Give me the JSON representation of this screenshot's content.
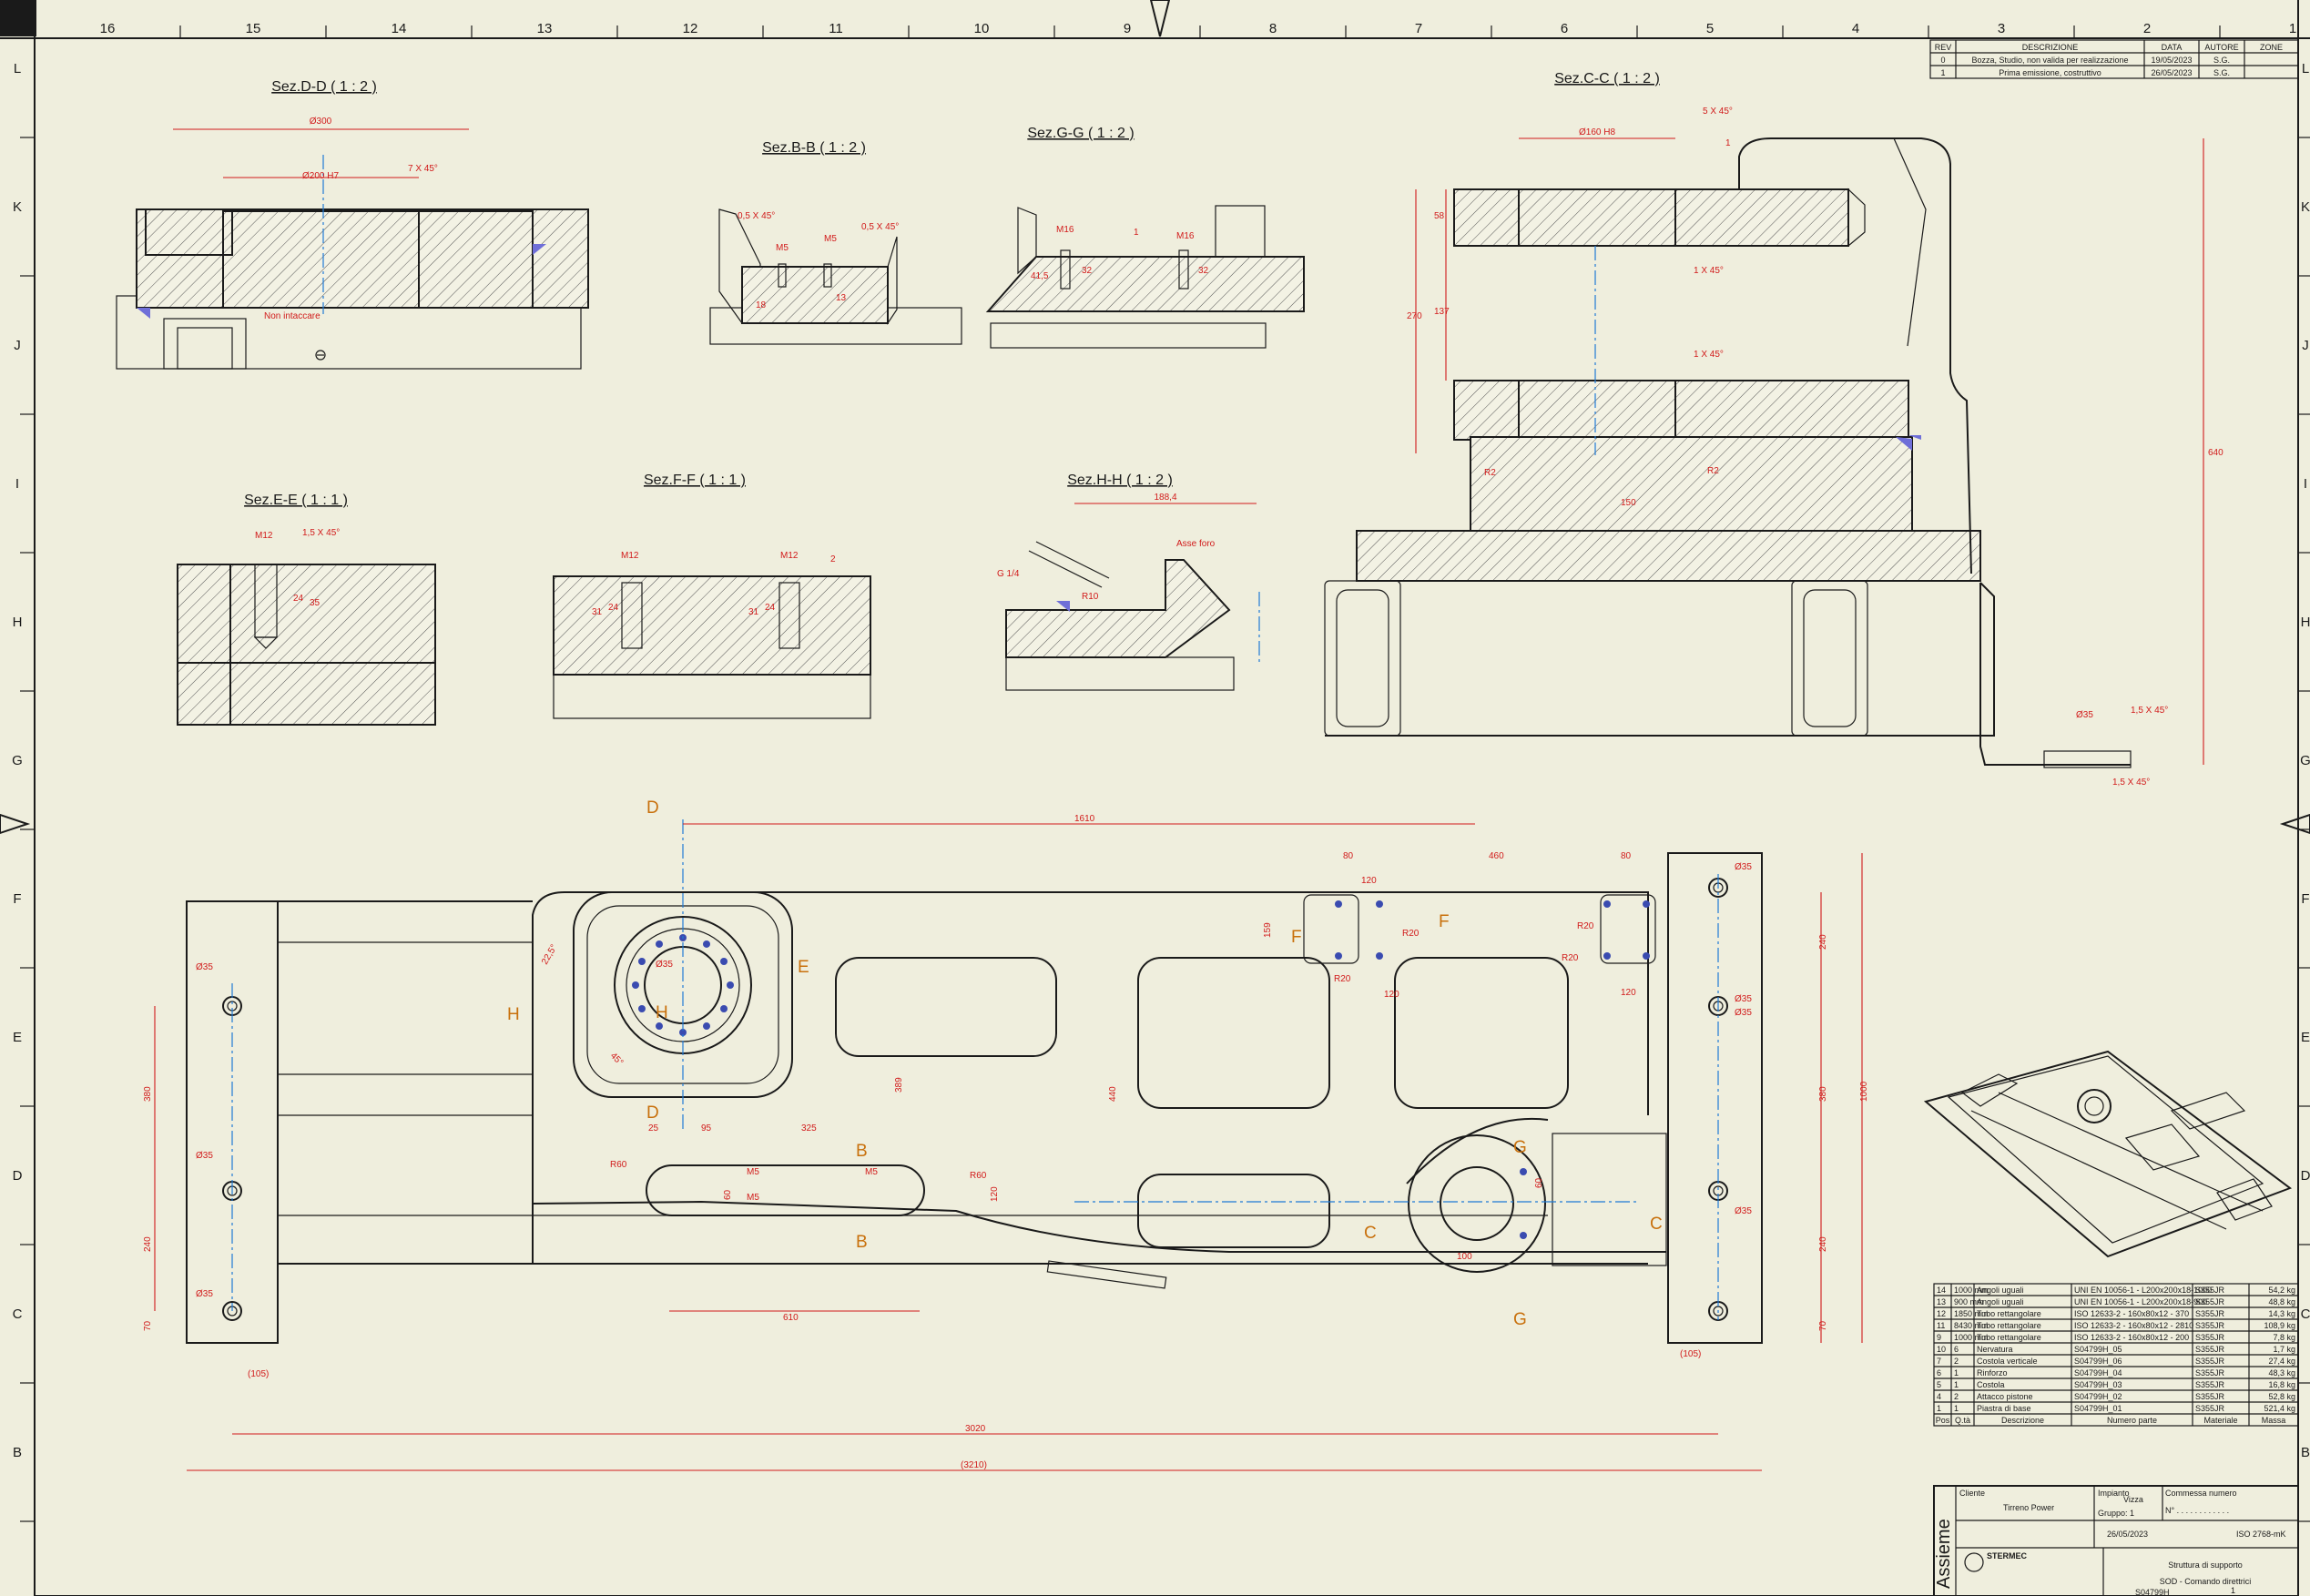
{
  "frame": {
    "columns": [
      "16",
      "15",
      "14",
      "13",
      "12",
      "11",
      "10",
      "9",
      "8",
      "7",
      "6",
      "5",
      "4",
      "3",
      "2",
      "1"
    ],
    "rows": [
      "L",
      "K",
      "J",
      "I",
      "H",
      "G",
      "F",
      "E",
      "D",
      "C",
      "B"
    ]
  },
  "revisions": {
    "headers": [
      "REV",
      "DESCRIZIONE",
      "DATA",
      "AUTORE",
      "ZONE"
    ],
    "rows": [
      [
        "0",
        "Bozza, Studio, non valida per realizzazione",
        "19/05/2023",
        "S.G.",
        ""
      ],
      [
        "1",
        "Prima emissione, costruttivo",
        "26/05/2023",
        "S.G.",
        ""
      ]
    ]
  },
  "section_titles": {
    "dd": "Sez.D-D ( 1 : 2 )",
    "bb": "Sez.B-B ( 1 : 2 )",
    "gg": "Sez.G-G ( 1 : 2 )",
    "cc": "Sez.C-C ( 1 : 2 )",
    "ee": "Sez.E-E ( 1 : 1 )",
    "ff": "Sez.F-F ( 1 : 1 )",
    "hh": "Sez.H-H ( 1 : 2 )"
  },
  "section_dims": {
    "dd": [
      "Ø300",
      "Ø200 H7",
      "7 X 45°",
      "Non intaccare"
    ],
    "bb": [
      "0,5 X 45°",
      "M5",
      "M5",
      "0,5 X 45°",
      "18",
      "13"
    ],
    "gg": [
      "M16",
      "M16",
      "1",
      "32",
      "32",
      "41,5"
    ],
    "cc": [
      "Ø160 H8",
      "5 X 45°",
      "1",
      "58",
      "137",
      "270",
      "1 X 45°",
      "1 X 45°",
      "R2",
      "R2",
      "150",
      "640"
    ],
    "ee": [
      "M12",
      "1,5 X 45°",
      "24",
      "35"
    ],
    "ff": [
      "M12",
      "M12",
      "2",
      "31",
      "24",
      "31",
      "24"
    ],
    "hh": [
      "188,4",
      "Asse foro",
      "G 1/4",
      "R10"
    ],
    "cc_bottom": [
      "Ø35",
      "1,5 X 45°",
      "1,5 X 45°"
    ]
  },
  "plan_dims": {
    "overall": [
      "1610",
      "460",
      "80",
      "80",
      "120",
      "159",
      "R20",
      "R20",
      "120",
      "R20",
      "R20",
      "120"
    ],
    "left": [
      "Ø35",
      "Ø35",
      "Ø35",
      "380",
      "240",
      "70",
      "(105)"
    ],
    "right": [
      "Ø35",
      "Ø35",
      "Ø35",
      "Ø35",
      "240",
      "380",
      "1000",
      "240",
      "70",
      "(105)"
    ],
    "middle": [
      "25",
      "95",
      "325",
      "389",
      "440",
      "R60",
      "R60",
      "120",
      "60",
      "M5",
      "M5",
      "M5",
      "610",
      "60",
      "100",
      "Ø35",
      "22,5°",
      "45°"
    ],
    "bottom": [
      "3020",
      "(3210)"
    ]
  },
  "section_markers": [
    "D",
    "D",
    "H",
    "H",
    "E",
    "F",
    "F",
    "B",
    "B",
    "G",
    "G",
    "C",
    "C"
  ],
  "bom": {
    "headers": [
      "Pos",
      "Q.tà",
      "Descrizione",
      "Numero parte",
      "Materiale",
      "Massa"
    ],
    "rows": [
      [
        "14",
        "1000 mm",
        "Angoli uguali",
        "UNI EN 10056-1 - L200x200x18-1000",
        "S355JR",
        "54,2 kg"
      ],
      [
        "13",
        "900 mm",
        "Angoli uguali",
        "UNI EN 10056-1 - L200x200x18-900",
        "S355JR",
        "48,8 kg"
      ],
      [
        "12",
        "1850 mm",
        "Tubo rettangolare",
        "ISO 12633-2 - 160x80x12 - 370",
        "S355JR",
        "14,3 kg"
      ],
      [
        "11",
        "8430 mm",
        "Tubo rettangolare",
        "ISO 12633-2 - 160x80x12 - 2810",
        "S355JR",
        "108,9 kg"
      ],
      [
        "9",
        "1000 mm",
        "Tubo rettangolare",
        "ISO 12633-2 - 160x80x12 - 200",
        "S355JR",
        "7,8 kg"
      ],
      [
        "10",
        "6",
        "Nervatura",
        "S04799H_05",
        "S355JR",
        "1,7 kg"
      ],
      [
        "7",
        "2",
        "Costola verticale",
        "S04799H_06",
        "S355JR",
        "27,4 kg"
      ],
      [
        "6",
        "1",
        "Rinforzo",
        "S04799H_04",
        "S355JR",
        "48,3 kg"
      ],
      [
        "5",
        "1",
        "Costola",
        "S04799H_03",
        "S355JR",
        "16,8 kg"
      ],
      [
        "4",
        "2",
        "Attacco pistone",
        "S04799H_02",
        "S355JR",
        "52,8 kg"
      ],
      [
        "1",
        "1",
        "Piastra di base",
        "S04799H_01",
        "S355JR",
        "521,4 kg"
      ]
    ]
  },
  "title_block": {
    "side_label": "Assieme",
    "client_label": "Cliente",
    "client": "Tirreno Power",
    "plant_label": "Impianto",
    "plant": "Vizza",
    "order_label": "Commessa numero",
    "order": "N° . . . . . . . . . . . .",
    "group": "Gruppo: 1",
    "company": "STERMEC",
    "title_line1": "Struttura di supporto",
    "title_line2": "SOD - Comando direttrici",
    "drawing_number": "S04799H",
    "tolerance": "ISO 2768-mK",
    "sheet": "1",
    "date": "26/05/2023"
  }
}
